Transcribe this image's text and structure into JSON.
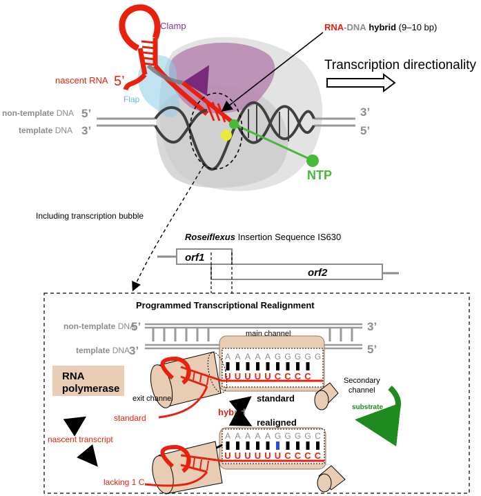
{
  "colors": {
    "rna_red": "#e8210f",
    "dna_gray": "#8c8c8c",
    "dark_gray": "#3f3f3f",
    "clamp_purple": "#8a3a8a",
    "clamp_fill": "#b88ab3",
    "flap_blue": "#8ecde8",
    "ntp_green": "#49b93a",
    "substrate_green": "#1f8a1f",
    "polymerase_tan": "#e8cdb4",
    "blue_base": "#2a4de0"
  },
  "top_panel": {
    "clamp_label": "Clamp",
    "hybrid_rna": "RNA",
    "hybrid_dash": "-",
    "hybrid_dna": "DNA",
    "hybrid_word": "hybrid",
    "hybrid_bp": "(9–10 bp)",
    "direction_label": "Transcription directionality",
    "nascent_rna_label": "nascent RNA",
    "nascent_rna_end": "5’",
    "flap_label": "Flap",
    "nontemplate_prefix": "non-template",
    "nontemplate_suffix": "DNA",
    "nontemplate_end_left": "5’",
    "nontemplate_end_right": "3’",
    "template_prefix": "template",
    "template_suffix": "DNA",
    "template_end_left": "3’",
    "template_end_right": "5’",
    "ntp_label": "NTP"
  },
  "bubble_caption": "Including transcription bubble",
  "insertion": {
    "title_italic": "Roseiflexus",
    "title_rest": " Insertion Sequence IS630",
    "orf1": "orf1",
    "orf2": "orf2"
  },
  "bottom_panel": {
    "title": "Programmed Transcriptional Realignment",
    "nontemplate_prefix": "non-template",
    "nontemplate_suffix": "DNA",
    "nontemplate_end_left": "5’",
    "nontemplate_end_right": "3’",
    "template_prefix": "template",
    "template_suffix": "DNA",
    "template_end_left": "3’",
    "template_end_right": "5’",
    "main_channel": "main channel",
    "rnap_line1": "RNA",
    "rnap_line2": "polymerase",
    "exit_channel": "exit channel",
    "standard_label": "standard",
    "standard_row_label": "standard",
    "hybrid_hyb": "hyb",
    "hybrid_rid": "rid",
    "realigned_label": "realigned",
    "nascent_transcript": "nascent transcript",
    "lacking_label": "lacking 1 C",
    "secondary_line1": "Secondary",
    "secondary_line2": "channel",
    "substrate": "substrate",
    "standard_dna": [
      "A",
      "A",
      "A",
      "A",
      "A",
      "G",
      "G",
      "G",
      "G",
      "G"
    ],
    "standard_rna": [
      "U",
      "U",
      "U",
      "U",
      "U",
      "C",
      "C",
      "C",
      "C"
    ],
    "realigned_dna": [
      "A",
      "A",
      "A",
      "A",
      "A",
      "G",
      "G",
      "G",
      "G",
      "C"
    ],
    "realigned_rna": [
      "U",
      "U",
      "U",
      "U",
      "U",
      "U",
      "C",
      "C",
      "C",
      "C"
    ]
  }
}
